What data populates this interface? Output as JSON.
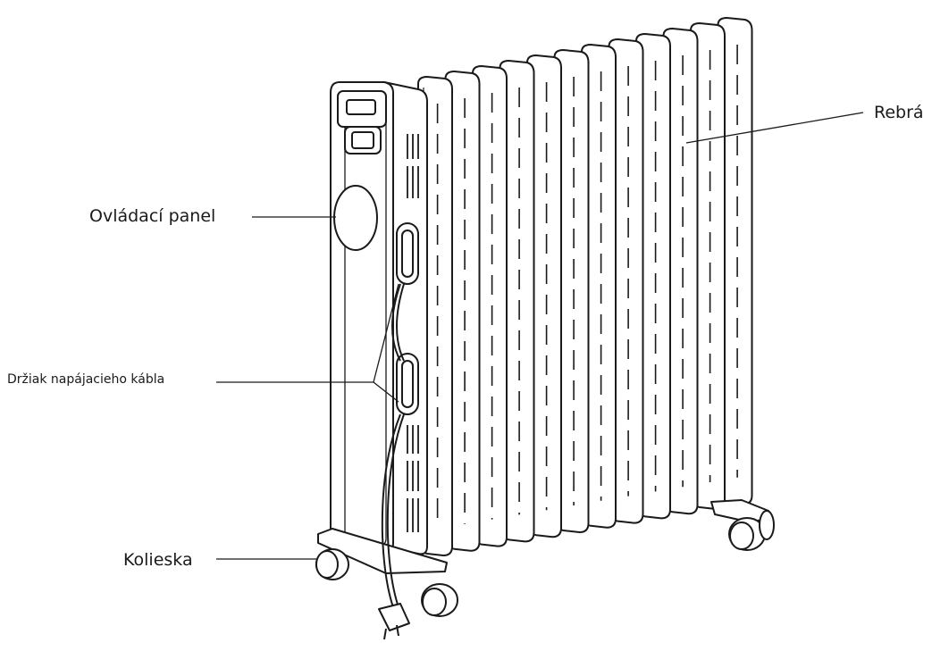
{
  "labels": {
    "ribs": "Rebrá",
    "control_panel": "Ovládací panel",
    "cable_holder": "Držiak napájacieho kábla",
    "wheels": "Kolieska"
  },
  "colors": {
    "line": "#1a1a1a",
    "fill": "#ffffff"
  }
}
